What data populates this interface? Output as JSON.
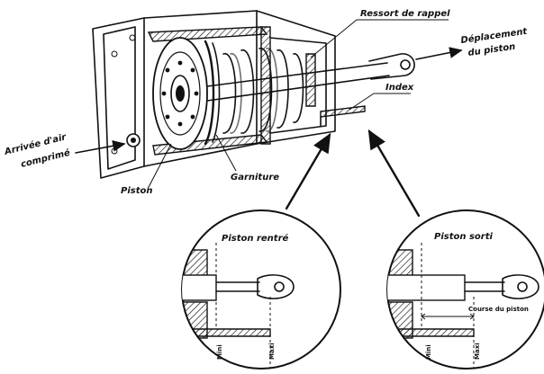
{
  "labels": {
    "return_spring": "Ressort de rappel",
    "piston_displacement_line1": "Déplacement",
    "piston_displacement_line2": "du piston",
    "index": "Index",
    "air_inlet_line1": "Arrivée d'air",
    "air_inlet_line2": "comprimé",
    "piston": "Piston",
    "seal": "Garniture"
  },
  "detail_retracted": {
    "title": "Piston rentré",
    "min_label": "Mini",
    "max_label": "Maxi"
  },
  "detail_extended": {
    "title": "Piston sorti",
    "stroke_label": "Course du piston",
    "min_label": "Mini",
    "max_label": "Maxi"
  }
}
